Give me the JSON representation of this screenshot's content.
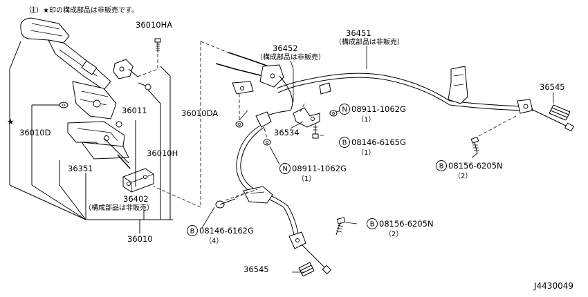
{
  "note": "注）★印の構成部品は非販売です。",
  "diagram_code": "J4430049",
  "not_sold_marker": "★",
  "labels": {
    "p36010HA": "36010HA",
    "p36011": "36011",
    "p36010H": "36010H",
    "p36010D": "36010D",
    "p36351": "36351",
    "p36402": "36402",
    "p36402_sub": "（構成部品は非販売）",
    "p36010": "36010",
    "p36452": "36452",
    "p36452_sub": "（構成部品は非販売）",
    "p36451": "36451",
    "p36451_sub": "（構成部品は非販売）",
    "p36010DA": "36010DA",
    "p36534": "36534",
    "p36545_top": "36545",
    "p36545_bottom": "36545"
  },
  "callouts": [
    {
      "id": "n1",
      "letter": "N",
      "part": "08911-1062G",
      "qty": "（1）"
    },
    {
      "id": "b1",
      "letter": "B",
      "part": "08146-6165G",
      "qty": "（1）"
    },
    {
      "id": "n2",
      "letter": "N",
      "part": "08911-1062G",
      "qty": "（1）"
    },
    {
      "id": "b2",
      "letter": "B",
      "part": "08156-6205N",
      "qty": "（2）"
    },
    {
      "id": "b3",
      "letter": "B",
      "part": "08156-6205N",
      "qty": "（2）"
    },
    {
      "id": "b4",
      "letter": "B",
      "part": "08146-6162G",
      "qty": "（4）"
    }
  ]
}
